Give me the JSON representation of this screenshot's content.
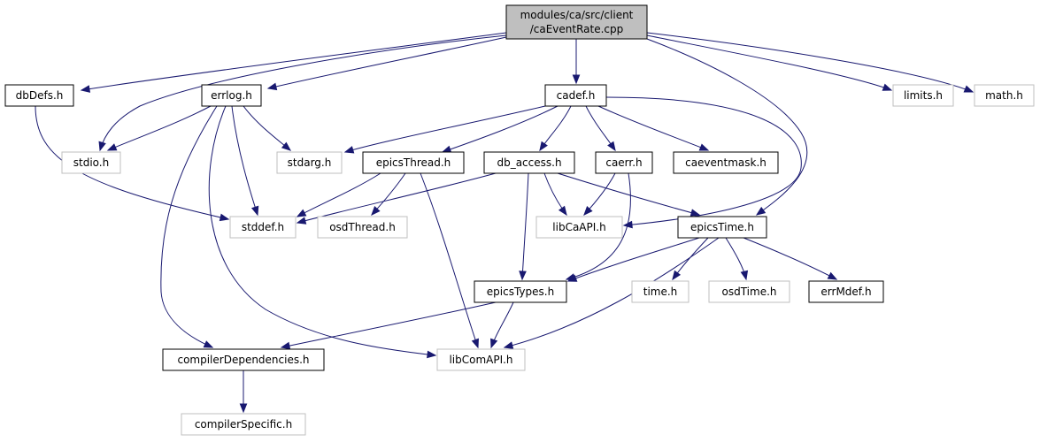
{
  "graph": {
    "root": {
      "id": "root",
      "lines": [
        "modules/ca/src/client",
        "/caEventRate.cpp"
      ]
    },
    "nodes": [
      {
        "id": "dbDefs",
        "label": "dbDefs.h",
        "style": "dark"
      },
      {
        "id": "errlog",
        "label": "errlog.h",
        "style": "dark"
      },
      {
        "id": "cadef",
        "label": "cadef.h",
        "style": "dark"
      },
      {
        "id": "limits",
        "label": "limits.h",
        "style": "light"
      },
      {
        "id": "math",
        "label": "math.h",
        "style": "light"
      },
      {
        "id": "stdio",
        "label": "stdio.h",
        "style": "light"
      },
      {
        "id": "stdarg",
        "label": "stdarg.h",
        "style": "light"
      },
      {
        "id": "epicsThread",
        "label": "epicsThread.h",
        "style": "dark"
      },
      {
        "id": "db_access",
        "label": "db_access.h",
        "style": "dark"
      },
      {
        "id": "caerr",
        "label": "caerr.h",
        "style": "dark"
      },
      {
        "id": "caeventmask",
        "label": "caeventmask.h",
        "style": "dark"
      },
      {
        "id": "stddef",
        "label": "stddef.h",
        "style": "light"
      },
      {
        "id": "osdThread",
        "label": "osdThread.h",
        "style": "light"
      },
      {
        "id": "libCaAPI",
        "label": "libCaAPI.h",
        "style": "light"
      },
      {
        "id": "epicsTime",
        "label": "epicsTime.h",
        "style": "dark"
      },
      {
        "id": "epicsTypes",
        "label": "epicsTypes.h",
        "style": "dark"
      },
      {
        "id": "time",
        "label": "time.h",
        "style": "light"
      },
      {
        "id": "osdTime",
        "label": "osdTime.h",
        "style": "light"
      },
      {
        "id": "errMdef",
        "label": "errMdef.h",
        "style": "dark"
      },
      {
        "id": "compilerDependencies",
        "label": "compilerDependencies.h",
        "style": "dark"
      },
      {
        "id": "libComAPI",
        "label": "libComAPI.h",
        "style": "light"
      },
      {
        "id": "compilerSpecific",
        "label": "compilerSpecific.h",
        "style": "light"
      }
    ],
    "edges": [
      [
        "root",
        "dbDefs"
      ],
      [
        "root",
        "errlog"
      ],
      [
        "root",
        "cadef"
      ],
      [
        "root",
        "limits"
      ],
      [
        "root",
        "math"
      ],
      [
        "root",
        "stdio"
      ],
      [
        "root",
        "epicsTime"
      ],
      [
        "dbDefs",
        "stddef"
      ],
      [
        "errlog",
        "stdio"
      ],
      [
        "errlog",
        "stdarg"
      ],
      [
        "errlog",
        "stddef"
      ],
      [
        "errlog",
        "compilerDependencies"
      ],
      [
        "errlog",
        "libComAPI"
      ],
      [
        "cadef",
        "stdarg"
      ],
      [
        "cadef",
        "epicsThread"
      ],
      [
        "cadef",
        "db_access"
      ],
      [
        "cadef",
        "caerr"
      ],
      [
        "cadef",
        "caeventmask"
      ],
      [
        "cadef",
        "libCaAPI"
      ],
      [
        "epicsThread",
        "stddef"
      ],
      [
        "epicsThread",
        "osdThread"
      ],
      [
        "epicsThread",
        "libComAPI"
      ],
      [
        "db_access",
        "stddef"
      ],
      [
        "db_access",
        "libCaAPI"
      ],
      [
        "db_access",
        "epicsTime"
      ],
      [
        "db_access",
        "epicsTypes"
      ],
      [
        "caerr",
        "libCaAPI"
      ],
      [
        "caerr",
        "epicsTypes"
      ],
      [
        "epicsTime",
        "epicsTypes"
      ],
      [
        "epicsTime",
        "time"
      ],
      [
        "epicsTime",
        "osdTime"
      ],
      [
        "epicsTime",
        "errMdef"
      ],
      [
        "epicsTime",
        "libComAPI"
      ],
      [
        "epicsTypes",
        "compilerDependencies"
      ],
      [
        "epicsTypes",
        "libComAPI"
      ],
      [
        "compilerDependencies",
        "compilerSpecific"
      ]
    ]
  }
}
